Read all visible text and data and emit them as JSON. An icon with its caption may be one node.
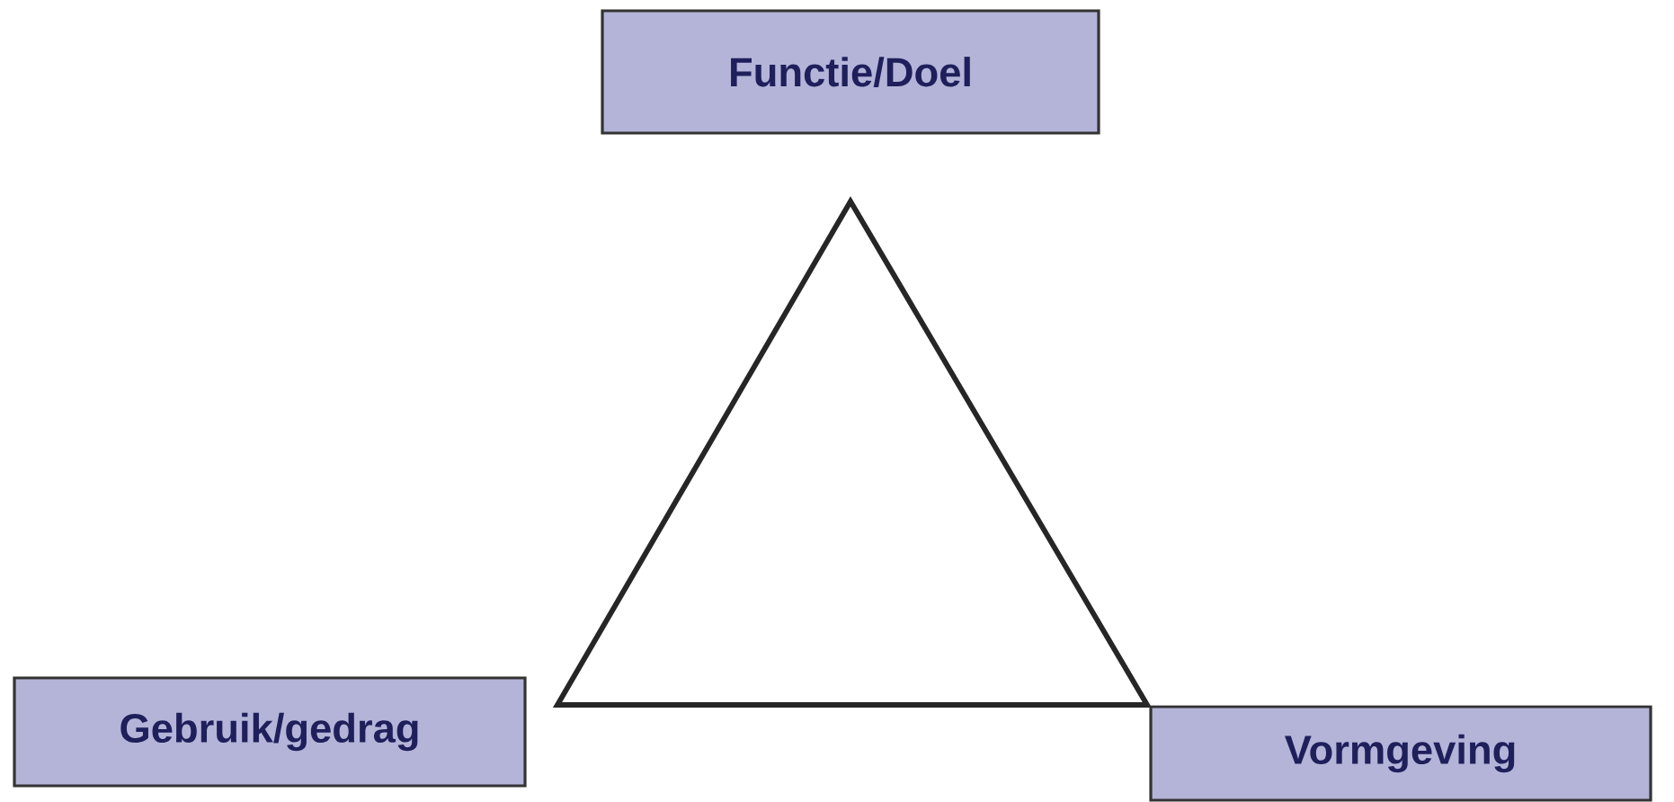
{
  "diagram": {
    "nodes": [
      {
        "text": [
          "Functie/Doel"
        ]
      },
      {
        "text": [
          "Gebruik/gedrag"
        ]
      },
      {
        "text": [
          "Vormgeving"
        ]
      }
    ]
  }
}
